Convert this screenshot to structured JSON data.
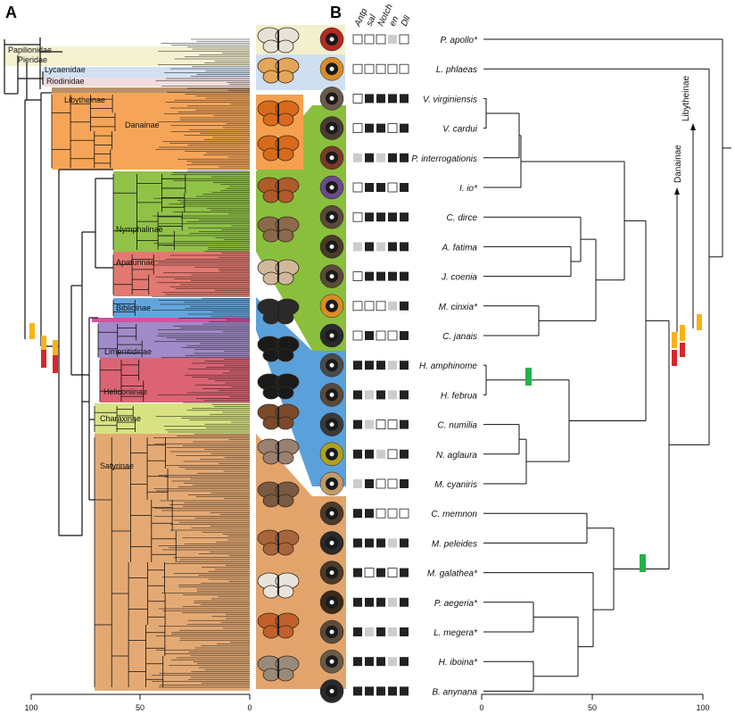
{
  "panels": {
    "a": "A",
    "b": "B"
  },
  "clades_big": [
    {
      "name": "Papilionidae",
      "color": "#f3f0cf"
    },
    {
      "name": "Pieridae",
      "color": "#f3f0cf"
    },
    {
      "name": "Lycaenidae",
      "color": "#cfdff0"
    },
    {
      "name": "Riodinidae",
      "color": "#f0dadc"
    },
    {
      "name": "Libytheinae",
      "color": "#b58a63"
    },
    {
      "name": "Danainae",
      "color": "#f5a04f"
    },
    {
      "name": "Nymphalinae",
      "color": "#8abf3d"
    },
    {
      "name": "Apaturinae",
      "color": "#e07268"
    },
    {
      "name": "Biblidinae",
      "color": "#5aa0db"
    },
    {
      "name": "Limenitidinae",
      "color": "#9b84c4"
    },
    {
      "name": "Heliconiinae",
      "color": "#d95b6c"
    },
    {
      "name": "Charaxinae",
      "color": "#d6e07a"
    },
    {
      "name": "Satyrinae",
      "color": "#e3a46c"
    }
  ],
  "genes": [
    "Antp",
    "sal",
    "Notch",
    "en",
    "Dll"
  ],
  "species": [
    {
      "name": "P. apollo*",
      "genes": [
        0,
        0,
        0,
        2,
        0
      ]
    },
    {
      "name": "L. phlaeas",
      "genes": [
        0,
        0,
        0,
        0,
        0
      ]
    },
    {
      "name": "V. virginiensis",
      "genes": [
        0,
        1,
        1,
        1,
        1
      ]
    },
    {
      "name": "V. cardui",
      "genes": [
        0,
        1,
        1,
        0,
        1
      ]
    },
    {
      "name": "P. interrogationis",
      "genes": [
        2,
        1,
        2,
        1,
        1
      ]
    },
    {
      "name": "I. io*",
      "genes": [
        0,
        1,
        1,
        0,
        1
      ]
    },
    {
      "name": "C. dirce",
      "genes": [
        0,
        1,
        1,
        1,
        1
      ]
    },
    {
      "name": "A. fatima",
      "genes": [
        2,
        1,
        2,
        1,
        1
      ]
    },
    {
      "name": "J. coenia",
      "genes": [
        0,
        1,
        1,
        1,
        1
      ]
    },
    {
      "name": "M. cinxia*",
      "genes": [
        0,
        0,
        0,
        2,
        1
      ]
    },
    {
      "name": "C. janais",
      "genes": [
        0,
        1,
        0,
        0,
        1
      ]
    },
    {
      "name": "H. amphinome",
      "genes": [
        1,
        1,
        1,
        2,
        1
      ]
    },
    {
      "name": "H. februa",
      "genes": [
        1,
        2,
        1,
        2,
        1
      ]
    },
    {
      "name": "C. numilia",
      "genes": [
        1,
        2,
        0,
        0,
        1
      ]
    },
    {
      "name": "N. aglaura",
      "genes": [
        1,
        1,
        2,
        0,
        1
      ]
    },
    {
      "name": "M. cyaniris",
      "genes": [
        2,
        1,
        0,
        0,
        1
      ]
    },
    {
      "name": "C. memnon",
      "genes": [
        1,
        1,
        0,
        0,
        0
      ]
    },
    {
      "name": "M. peleides",
      "genes": [
        1,
        1,
        1,
        2,
        1
      ]
    },
    {
      "name": "M. galathea*",
      "genes": [
        1,
        0,
        1,
        0,
        1
      ]
    },
    {
      "name": "P. aegeria*",
      "genes": [
        1,
        1,
        1,
        2,
        1
      ]
    },
    {
      "name": "L. megera*",
      "genes": [
        1,
        2,
        1,
        2,
        1
      ]
    },
    {
      "name": "H. iboina*",
      "genes": [
        1,
        1,
        1,
        2,
        1
      ]
    },
    {
      "name": "B. anynana",
      "genes": [
        1,
        1,
        1,
        1,
        1
      ]
    }
  ],
  "band_colors": [
    "#f3f0cf",
    "#cfdff0",
    "#8abf3d",
    "#5aa0db",
    "#e3a46c"
  ],
  "eyespot_colors": [
    "#b22a22",
    "#d98c27",
    "#6b5a4a",
    "#4a3b32",
    "#7a3a2a",
    "#6a4a8a",
    "#5a4a3a",
    "#4a3a2a",
    "#5a4a38",
    "#d98c27",
    "#2a2a2a",
    "#4a4a4a",
    "#5a4a3a",
    "#3a3a3a",
    "#b0a020",
    "#c29a6a",
    "#4a3a2a",
    "#2a2a2a",
    "#4a3a2a",
    "#3a2a1a",
    "#5a4a3a",
    "#6a5a4a",
    "#2a2a2a"
  ],
  "wing_colors": [
    "#e7e2d6",
    "#e4a659",
    "#d96a1a",
    "#d96a1a",
    "#b05a2a",
    "#8a6a4a",
    "#d0b89a",
    "#2a2a2a",
    "#1a1a1a",
    "#1a1a1a",
    "#7a4a2a",
    "#9a8070",
    "#7a5a40",
    "#a8643a",
    "#e8e4dc",
    "#c0602a",
    "#9a8a78"
  ],
  "axis_a": {
    "ticks": [
      "100",
      "50",
      "0"
    ]
  },
  "axis_b": {
    "ticks": [
      "0",
      "50",
      "100"
    ]
  },
  "right_labels": [
    "Libytheinae",
    "Danainae"
  ],
  "marker_colors": {
    "yellow": "#f7b316",
    "red": "#d9262b",
    "green": "#21b24b"
  }
}
